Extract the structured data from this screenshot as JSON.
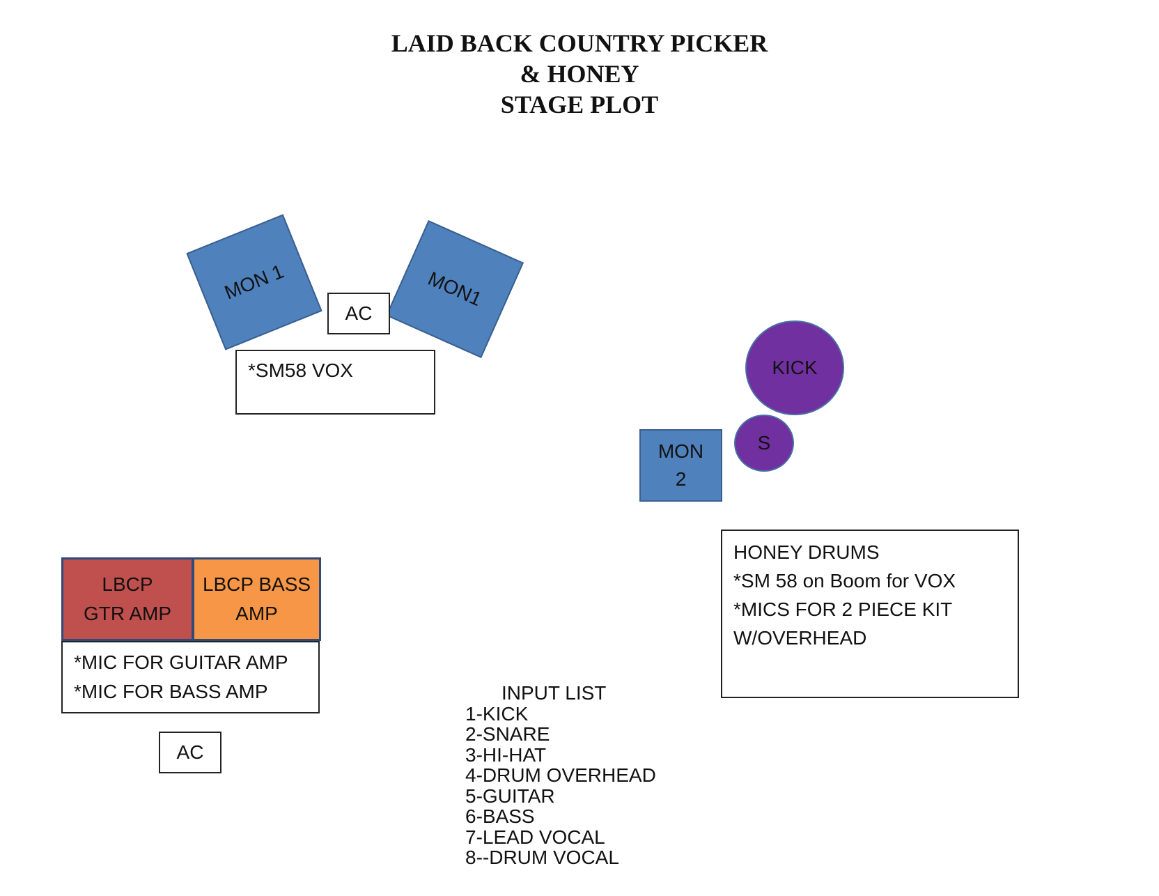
{
  "title": {
    "line1": "LAID BACK COUNTRY PICKER",
    "line2": "& HONEY",
    "line3": "STAGE PLOT"
  },
  "monitors": {
    "mon1_left": "MON 1",
    "mon1_right": "MON1",
    "mon2_line1": "MON",
    "mon2_line2": "2"
  },
  "ac_top": "AC",
  "ac_bottom": "AC",
  "vox_box": "*SM58  VOX",
  "drums": {
    "kick": "KICK",
    "snare": "S"
  },
  "honey_box": {
    "lines": [
      "HONEY DRUMS",
      "*SM 58  on Boom for VOX",
      "*MICS FOR 2 PIECE KIT",
      "W/OVERHEAD"
    ]
  },
  "amps": {
    "gtr_line1": "LBCP",
    "gtr_line2": "GTR AMP",
    "bass_line1": "LBCP BASS",
    "bass_line2": "AMP"
  },
  "amp_mics": [
    "*MIC FOR GUITAR AMP",
    "*MIC FOR BASS AMP"
  ],
  "input_list": {
    "header": "INPUT LIST",
    "items": [
      "1-KICK",
      "2-SNARE",
      "3-HI-HAT",
      "4-DRUM OVERHEAD",
      "5-GUITAR",
      "6-BASS",
      "7-LEAD VOCAL",
      "8--DRUM VOCAL"
    ]
  },
  "colors": {
    "monitor": "#4f81bd",
    "drum": "#7030a0",
    "gtr_amp": "#c0504d",
    "bass_amp": "#f79646"
  }
}
